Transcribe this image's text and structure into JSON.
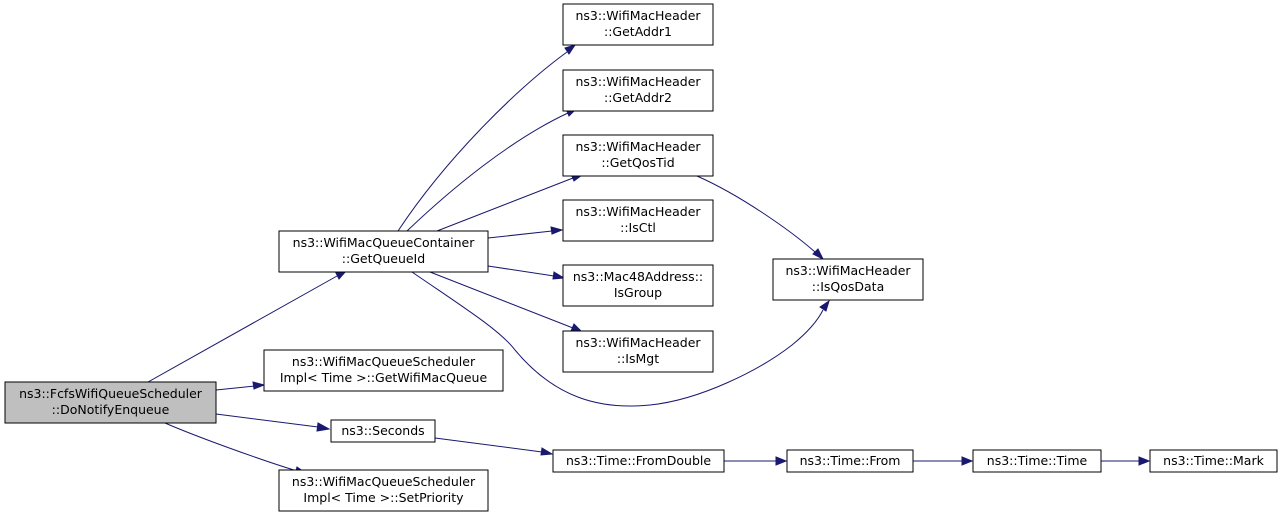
{
  "nodes": {
    "root": {
      "line1": "ns3::FcfsWifiQueueScheduler",
      "line2": "::DoNotifyEnqueue"
    },
    "getQueueId": {
      "line1": "ns3::WifiMacQueueContainer",
      "line2": "::GetQueueId"
    },
    "getWifiMacQueue": {
      "line1": "ns3::WifiMacQueueScheduler",
      "line2": "Impl< Time >::GetWifiMacQueue"
    },
    "seconds": {
      "line1": "ns3::Seconds"
    },
    "setPriority": {
      "line1": "ns3::WifiMacQueueScheduler",
      "line2": "Impl< Time >::SetPriority"
    },
    "getAddr1": {
      "line1": "ns3::WifiMacHeader",
      "line2": "::GetAddr1"
    },
    "getAddr2": {
      "line1": "ns3::WifiMacHeader",
      "line2": "::GetAddr2"
    },
    "getQosTid": {
      "line1": "ns3::WifiMacHeader",
      "line2": "::GetQosTid"
    },
    "isCtl": {
      "line1": "ns3::WifiMacHeader",
      "line2": "::IsCtl"
    },
    "isGroup": {
      "line1": "ns3::Mac48Address::",
      "line2": "IsGroup"
    },
    "isMgt": {
      "line1": "ns3::WifiMacHeader",
      "line2": "::IsMgt"
    },
    "isQosData": {
      "line1": "ns3::WifiMacHeader",
      "line2": "::IsQosData"
    },
    "fromDouble": {
      "line1": "ns3::Time::FromDouble"
    },
    "from": {
      "line1": "ns3::Time::From"
    },
    "time": {
      "line1": "ns3::Time::Time"
    },
    "mark": {
      "line1": "ns3::Time::Mark"
    }
  },
  "edges": [
    {
      "from": "root",
      "to": "getQueueId"
    },
    {
      "from": "root",
      "to": "getWifiMacQueue"
    },
    {
      "from": "root",
      "to": "seconds"
    },
    {
      "from": "root",
      "to": "setPriority"
    },
    {
      "from": "getQueueId",
      "to": "getAddr1"
    },
    {
      "from": "getQueueId",
      "to": "getAddr2"
    },
    {
      "from": "getQueueId",
      "to": "getQosTid"
    },
    {
      "from": "getQueueId",
      "to": "isCtl"
    },
    {
      "from": "getQueueId",
      "to": "isGroup"
    },
    {
      "from": "getQueueId",
      "to": "isMgt"
    },
    {
      "from": "getQueueId",
      "to": "isQosData"
    },
    {
      "from": "getQosTid",
      "to": "isQosData"
    },
    {
      "from": "seconds",
      "to": "fromDouble"
    },
    {
      "from": "fromDouble",
      "to": "from"
    },
    {
      "from": "from",
      "to": "time"
    },
    {
      "from": "time",
      "to": "mark"
    }
  ],
  "colors": {
    "edge": "#191970",
    "root_fill": "#bfbfbf",
    "node_fill": "#ffffff",
    "node_stroke": "#000000"
  }
}
